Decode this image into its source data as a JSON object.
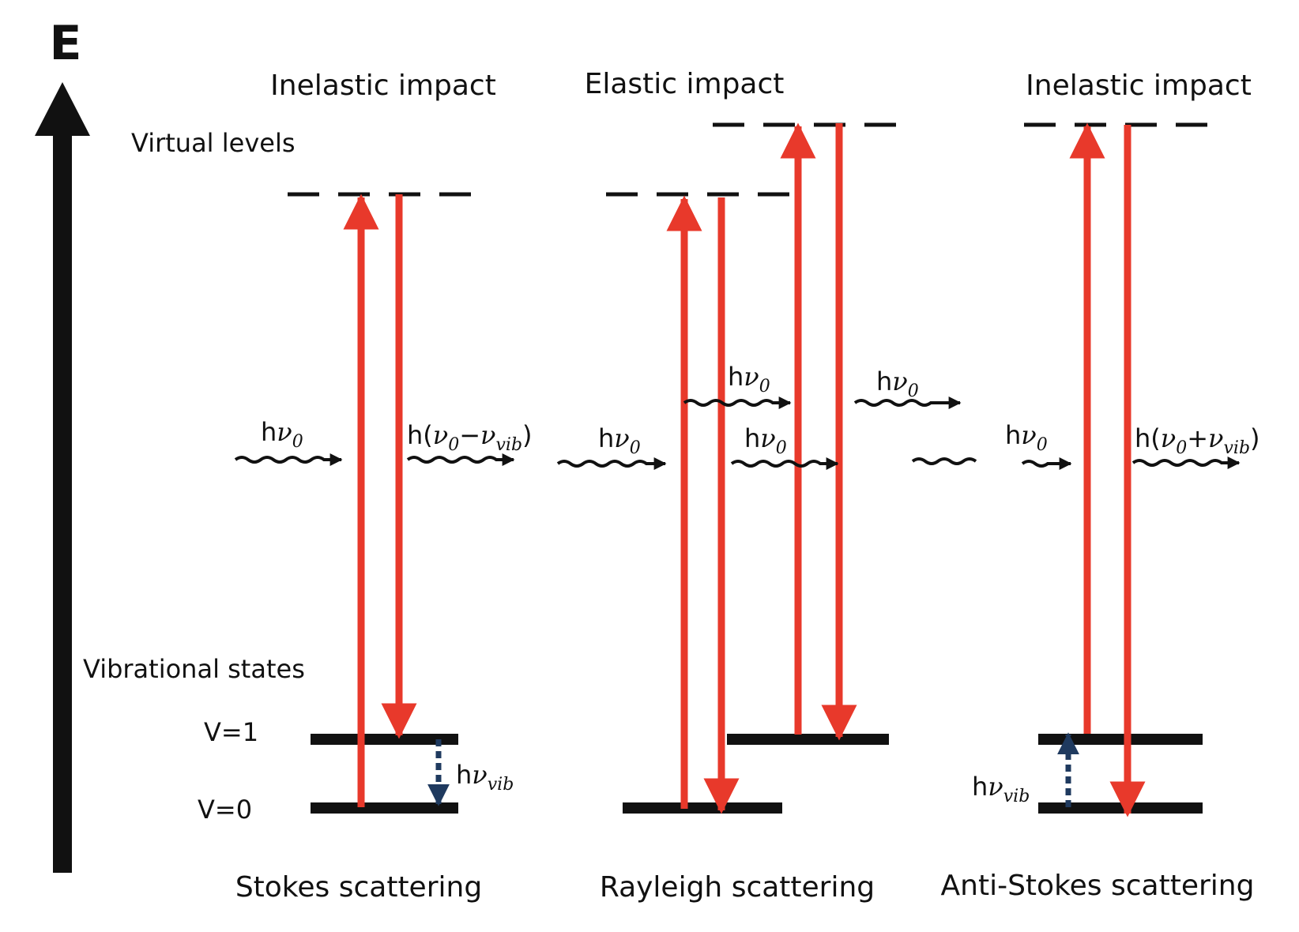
{
  "axis": {
    "label": "E"
  },
  "labels": {
    "virtual_levels": "Virtual levels",
    "vibrational_states": "Vibrational states",
    "v1": "V=1",
    "v0": "V=0"
  },
  "panels": {
    "stokes": {
      "header": "Inelastic impact",
      "footer": "Stokes scattering"
    },
    "rayleigh": {
      "header": "Elastic impact",
      "footer": "Rayleigh scattering"
    },
    "antistokes": {
      "header": "Inelastic impact",
      "footer": "Anti-Stokes scattering"
    }
  },
  "symbols": {
    "h": "h",
    "nu": "ν",
    "zero": "0",
    "vib": "vib",
    "minus": "−",
    "plus": "+",
    "lparen": "(",
    "rparen": ")"
  },
  "colors": {
    "transition": "#e8392b",
    "vibration": "#1f3a5f",
    "ink": "#111111"
  }
}
